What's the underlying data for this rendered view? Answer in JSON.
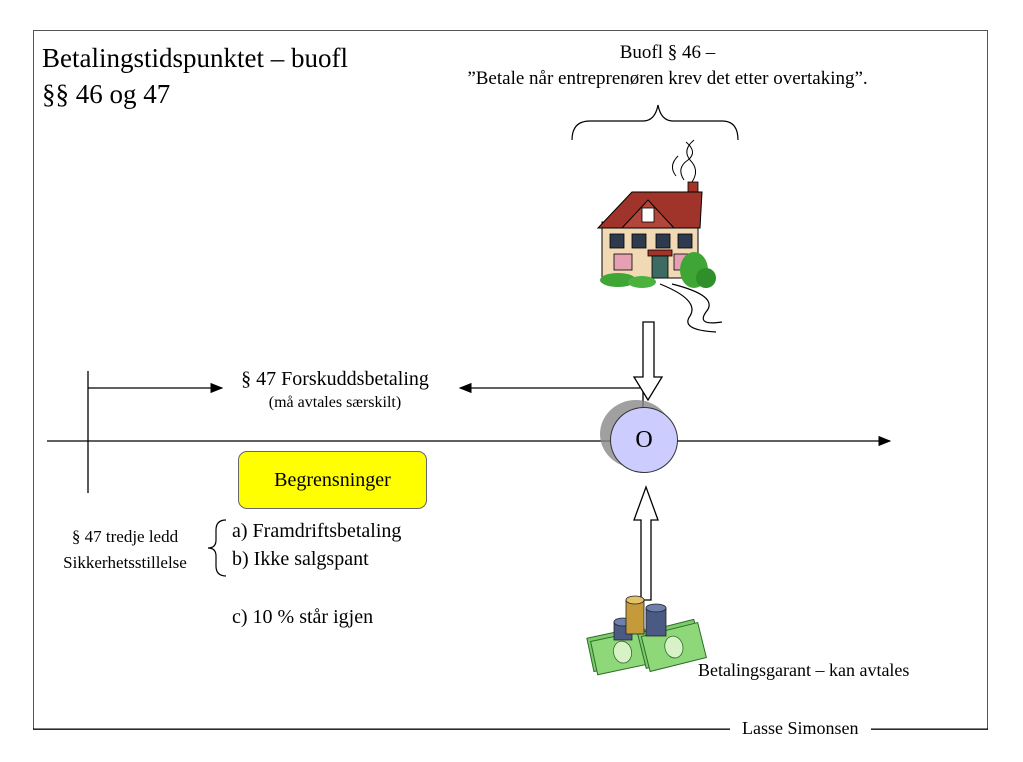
{
  "slide": {
    "title": "Betalingstidspunktet – buofl §§ 46 og 47",
    "buofl46": {
      "heading": "Buofl § 46 –",
      "quote": "”Betale når entreprenøren krev det etter overtaking”."
    },
    "forskudd": {
      "label": "§ 47 Forskuddsbetaling",
      "sublabel": "(må avtales særskilt)"
    },
    "overtakelse_marker": "O",
    "begrensninger": "Begrensninger",
    "sikkerhet": {
      "line1": "§ 47 tredje ledd",
      "line2": "Sikkerhetsstillelse"
    },
    "items": [
      "a) Framdriftsbetaling",
      "b) Ikke salgspant",
      "c) 10 % står igjen"
    ],
    "betalingsgarant": "Betalingsgarant – kan avtales",
    "footer": "Lasse Simonsen"
  },
  "colors": {
    "begrensninger_fill": "#ffff00",
    "circle_fill": "#ccccff",
    "house_roof": "#a0332a",
    "money_green": "#6bbf59"
  },
  "icons": [
    "house-icon",
    "money-coins-icon"
  ]
}
